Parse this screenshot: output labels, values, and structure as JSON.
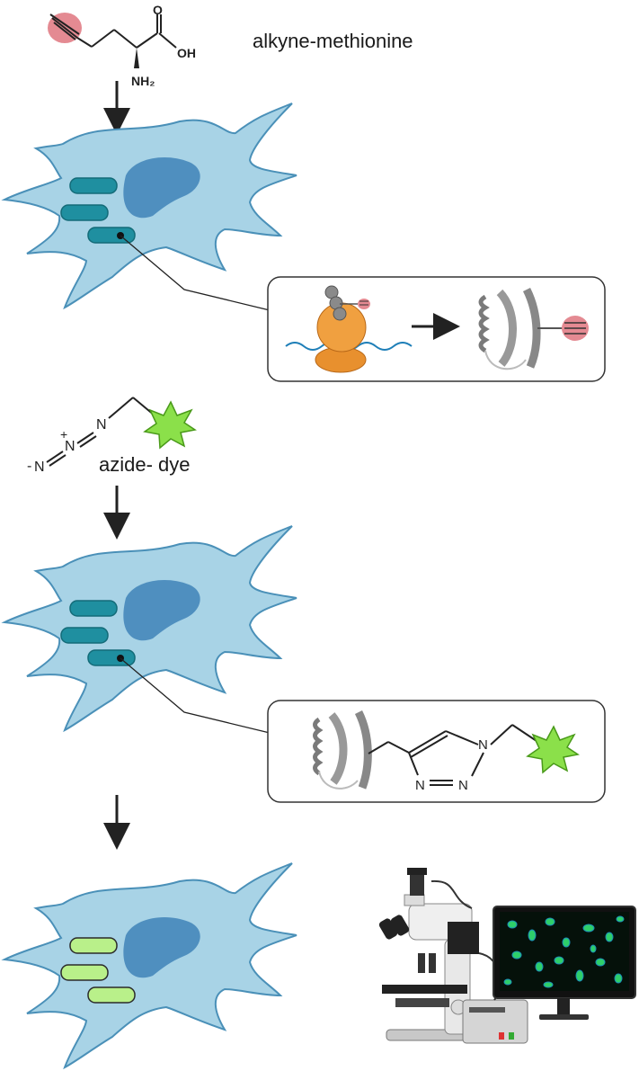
{
  "labels": {
    "alkyne_methionine": "alkyne-methionine",
    "azide_dye": "azide- dye"
  },
  "chem": {
    "oh": "OH",
    "o": "O",
    "nh2": "NH₂",
    "n": "N",
    "n_plus": "+",
    "n_minus": "-"
  },
  "colors": {
    "cell_fill": "#a8d3e6",
    "cell_stroke": "#4a90b8",
    "nucleus": "#4f8fbf",
    "organelle_teal": "#1f8fa0",
    "organelle_green": "#b9f08a",
    "alkyne_tag": "#e48a92",
    "dye_green": "#8be04a",
    "ribosome_orange": "#f0a040",
    "protein_gray": "#8a8a8a"
  },
  "icons": [
    "arrow-down-icon",
    "cell-icon",
    "ribosome-icon",
    "protein-icon",
    "alkyne-tag-icon",
    "dye-star-icon",
    "microscope-icon",
    "monitor-icon",
    "controller-box-icon"
  ]
}
